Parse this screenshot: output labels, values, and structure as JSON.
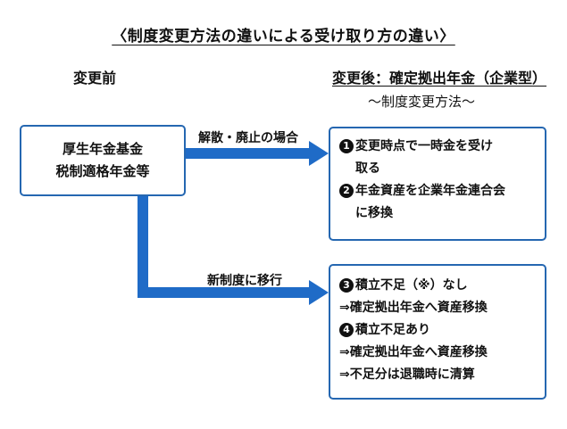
{
  "title": "〈制度変更方法の違いによる受け取り方の違い〉",
  "before_label": "変更前",
  "after_label": "変更後：確定拠出年金（企業型）",
  "method_label": "〜制度変更方法〜",
  "source_box": {
    "line1": "厚生年金基金",
    "line2": "税制適格年金等"
  },
  "arrow1_label": "解散・廃止の場合",
  "arrow2_label": "新制度に移行",
  "box1": {
    "n1": "1",
    "line1": "変更時点で一時金を受け",
    "line2": "取る",
    "n2": "2",
    "line3": "年金資産を企業年金連合会",
    "line4": "に移換"
  },
  "box2": {
    "n3": "3",
    "line1": "積立不足（※）なし",
    "line2": "⇒確定拠出年金へ資産移換",
    "n4": "4",
    "line3": "積立不足あり",
    "line4": "⇒確定拠出年金へ資産移換",
    "line5": "⇒不足分は退職時に清算"
  },
  "colors": {
    "accent": "#1f6bc7",
    "box_border": "#2567b1"
  }
}
